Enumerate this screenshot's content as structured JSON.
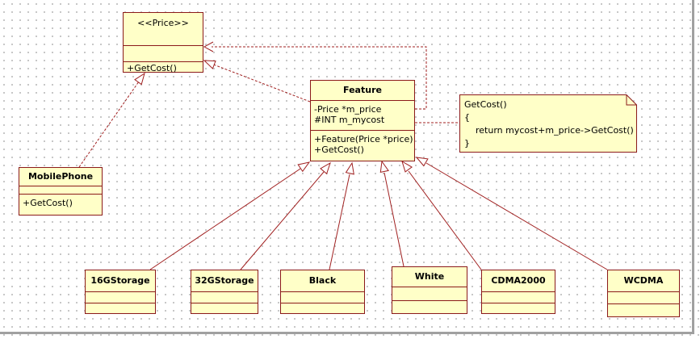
{
  "colors": {
    "border": "#8b1a1a",
    "fill": "#ffffc8",
    "link": "#a02020"
  },
  "price": {
    "stereotype": "<<Price>>",
    "ops": [
      "+GetCost()"
    ]
  },
  "feature": {
    "name": "Feature",
    "attrs": [
      "-Price *m_price",
      "#INT m_mycost"
    ],
    "ops": [
      "+Feature(Price *price)",
      "+GetCost()"
    ]
  },
  "mobile": {
    "name": "MobilePhone",
    "ops": [
      "+GetCost()"
    ]
  },
  "note": {
    "lines": [
      "GetCost()",
      "{",
      "    return mycost+m_price->GetCost()",
      "}"
    ]
  },
  "subclasses": [
    "16GStorage",
    "32GStorage",
    "Black",
    "White",
    "CDMA2000",
    "WCDMA"
  ]
}
